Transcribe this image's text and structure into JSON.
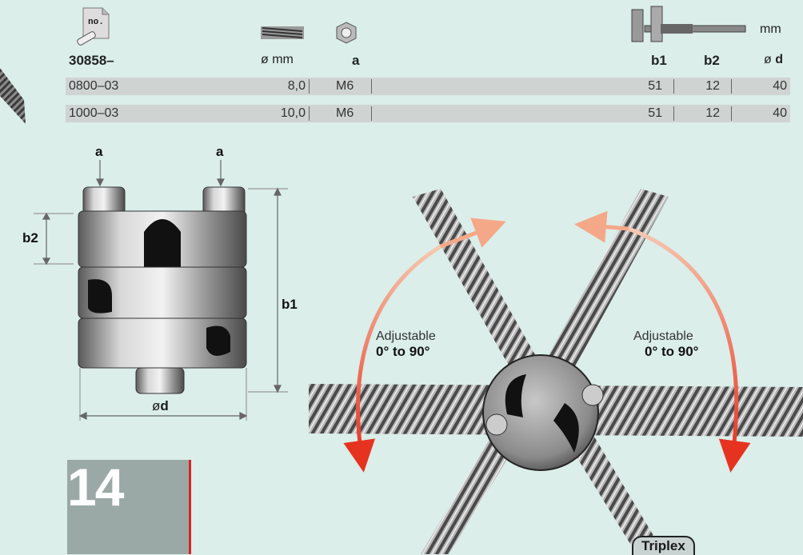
{
  "table": {
    "headers": {
      "article": "30858–",
      "diameter": "ø mm",
      "a": "a",
      "b1": "b1",
      "b2": "b2",
      "d_prefix": "ø",
      "d": "d",
      "unit": "mm"
    },
    "rows": [
      {
        "article": "0800–03",
        "diameter": "8,0",
        "a": "M6",
        "b1": "51",
        "b2": "12",
        "d": "40"
      },
      {
        "article": "1000–03",
        "diameter": "10,0",
        "a": "M6",
        "b1": "51",
        "b2": "12",
        "d": "40"
      }
    ]
  },
  "icons": {
    "article_icon_label": "no."
  },
  "drawing": {
    "label_a_left": "a",
    "label_a_right": "a",
    "label_b1": "b1",
    "label_b2": "b2",
    "label_d_prefix": "ø",
    "label_d": "d"
  },
  "photo": {
    "left_label": "Adjustable",
    "left_range": "0° to 90°",
    "right_label": "Adjustable",
    "right_range": "0° to 90°",
    "badge": "Triplex"
  },
  "page_number": "14",
  "colors": {
    "background": "#dbeee9",
    "row_band": "#cfd4d3",
    "page_tab": "#9aa9a5",
    "tab_rule": "#e02020"
  }
}
